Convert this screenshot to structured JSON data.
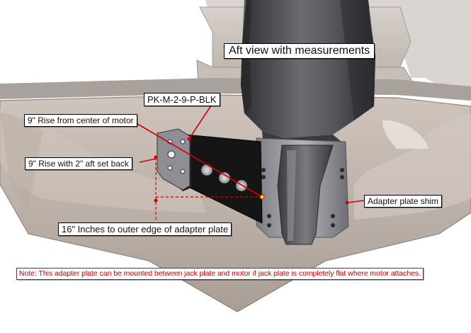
{
  "labels": {
    "title": "Aft view with measurements",
    "part_number": "PK-M-2-9-P-BLK",
    "rise_center": "9\" Rise from center of motor",
    "rise_aft": "9\" Rise with 2\" aft set back",
    "shim": "Adapter plate shim",
    "outer_edge": "16\" Inches to outer edge of adapter plate",
    "note": "Note: This adapter plate can be mounted between jack plate and motor if jack plate is completely flat where motor attaches."
  },
  "colors": {
    "hull": "#bfb3a9",
    "hull_shadow": "#9d918a",
    "motor": "#4f4f53",
    "adapter_plate": "#151515",
    "shim_plate": "#8d8d92",
    "leader_lines": "#d30000",
    "note_text": "#c00000"
  }
}
